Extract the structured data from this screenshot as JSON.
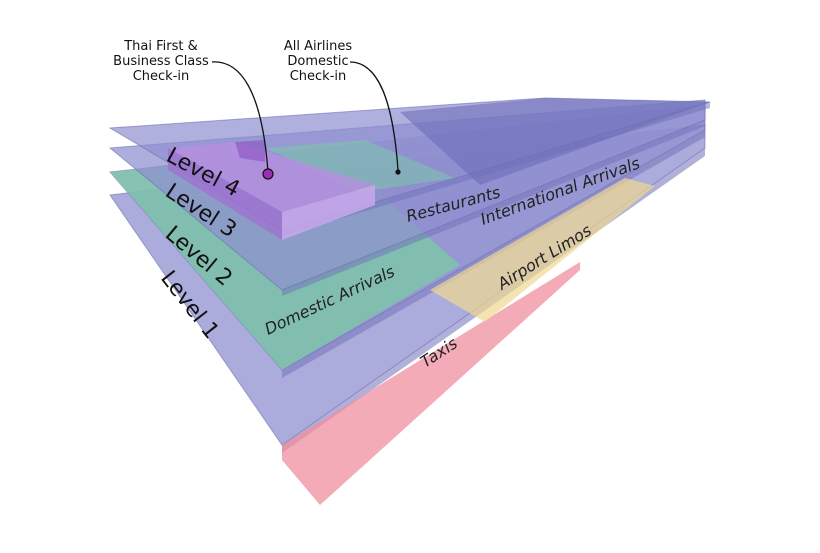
{
  "levels": [
    {
      "label": "Level 4",
      "color": "#8f8fd0"
    },
    {
      "label": "Level 3",
      "color": "#8f8fd0"
    },
    {
      "label": "Level 2",
      "color": "#8f8fd0"
    },
    {
      "label": "Level 1",
      "color": "#8f8fd0"
    }
  ],
  "areas": {
    "restaurants": "Restaurants",
    "international_arrivals": "International Arrivals",
    "domestic_arrivals": "Domestic Arrivals",
    "airport_limos": "Airport Limos",
    "taxis": "Taxis"
  },
  "callouts": {
    "thai_first": {
      "lines": [
        "Thai First &",
        "Business Class",
        "Check-in"
      ]
    },
    "all_airlines": {
      "lines": [
        "All Airlines",
        "Domestic",
        "Check-in"
      ]
    }
  },
  "colors": {
    "level_plane": "#8f8fd0",
    "domestic_arrivals": "#7cc8a8",
    "taxis": "#f08fa0",
    "airport_limos": "#f0d890",
    "check_in_box": "#b890e0",
    "marker": "#9a2fb5"
  }
}
